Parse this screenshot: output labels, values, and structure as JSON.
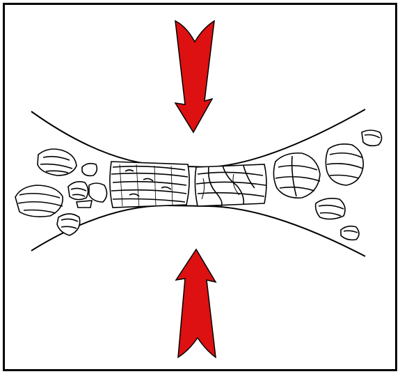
{
  "diagram": {
    "arrow_color": "#dd1111",
    "stroke_color": "#000000",
    "background": "#ffffff",
    "arrows": [
      {
        "name": "top-arrow",
        "direction": "down"
      },
      {
        "name": "bottom-arrow",
        "direction": "up"
      }
    ],
    "icons": [
      "compression-arrow-icon",
      "rock-fragment-icon",
      "surface-curve-icon"
    ]
  }
}
